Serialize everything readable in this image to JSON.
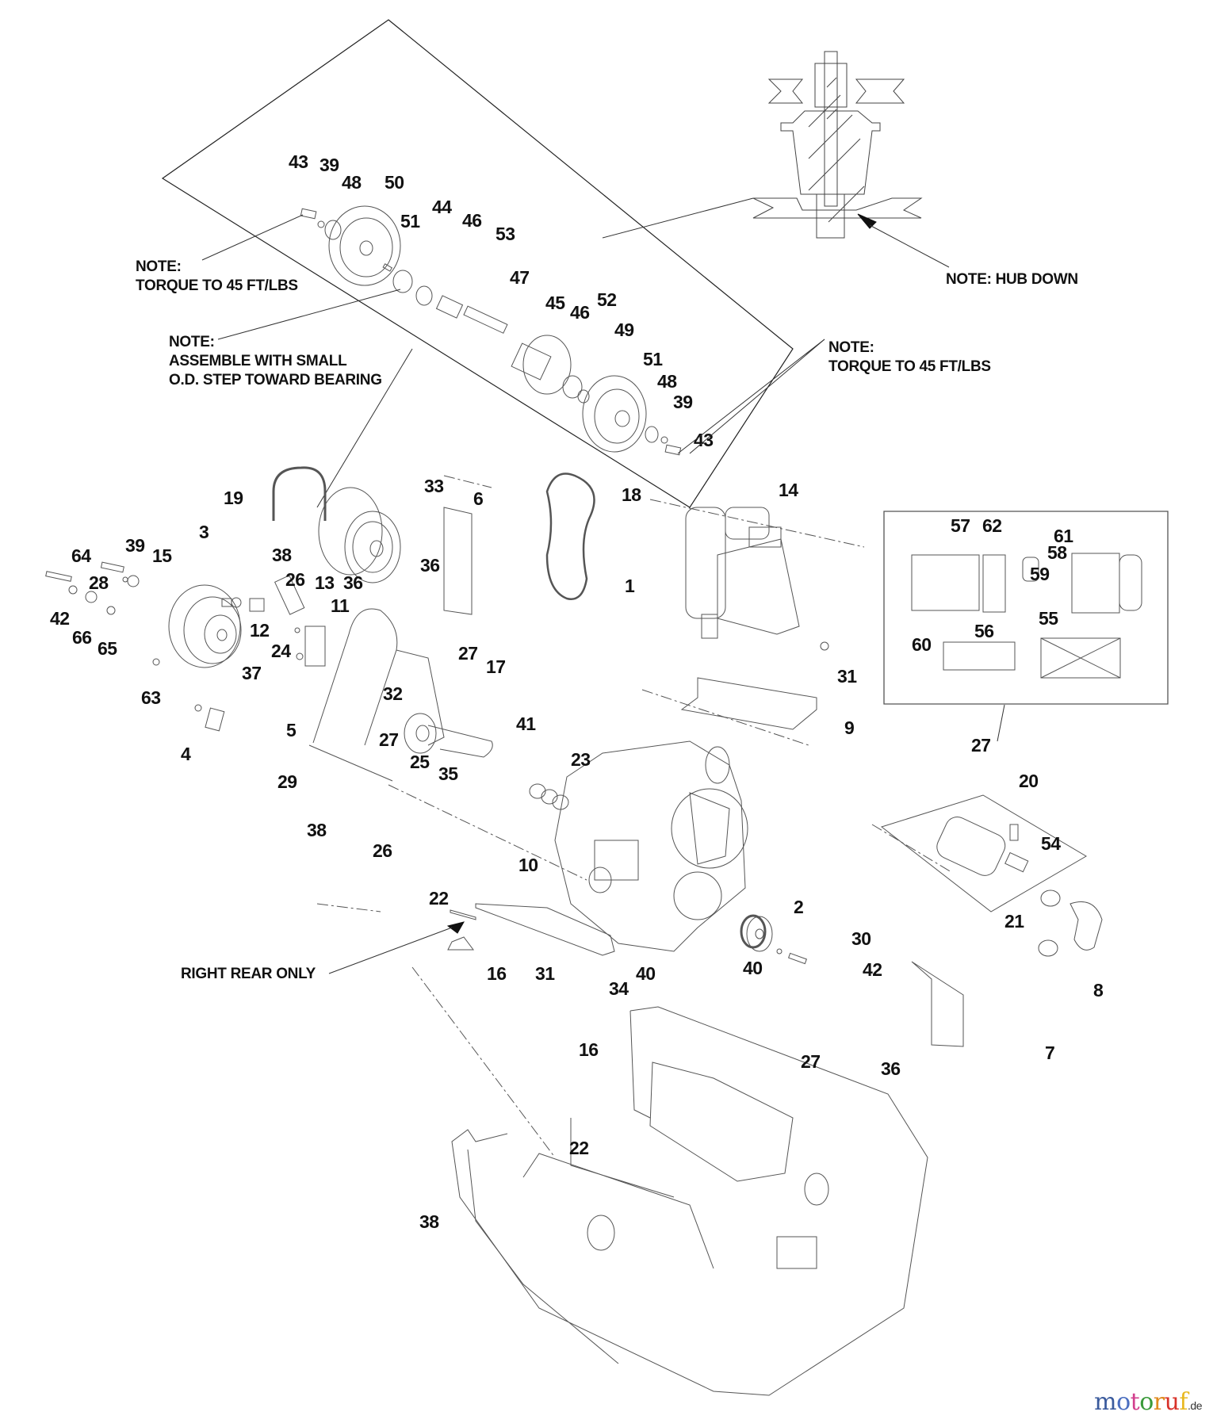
{
  "diagram": {
    "title": "Engine / Drive Assembly Exploded Parts Diagram",
    "callouts": [
      {
        "id": "c43a",
        "text": "43"
      },
      {
        "id": "c39a",
        "text": "39"
      },
      {
        "id": "c48a",
        "text": "48"
      },
      {
        "id": "c50",
        "text": "50"
      },
      {
        "id": "c44",
        "text": "44"
      },
      {
        "id": "c46a",
        "text": "46"
      },
      {
        "id": "c51a",
        "text": "51"
      },
      {
        "id": "c53",
        "text": "53"
      },
      {
        "id": "c47",
        "text": "47"
      },
      {
        "id": "c45",
        "text": "45"
      },
      {
        "id": "c46b",
        "text": "46"
      },
      {
        "id": "c52",
        "text": "52"
      },
      {
        "id": "c49",
        "text": "49"
      },
      {
        "id": "c51b",
        "text": "51"
      },
      {
        "id": "c48b",
        "text": "48"
      },
      {
        "id": "c39b",
        "text": "39"
      },
      {
        "id": "c43b",
        "text": "43"
      },
      {
        "id": "c19",
        "text": "19"
      },
      {
        "id": "c33",
        "text": "33"
      },
      {
        "id": "c6",
        "text": "6"
      },
      {
        "id": "c18",
        "text": "18"
      },
      {
        "id": "c14",
        "text": "14"
      },
      {
        "id": "c1",
        "text": "1"
      },
      {
        "id": "c3",
        "text": "3"
      },
      {
        "id": "c64",
        "text": "64"
      },
      {
        "id": "c39c",
        "text": "39"
      },
      {
        "id": "c15",
        "text": "15"
      },
      {
        "id": "c28",
        "text": "28"
      },
      {
        "id": "c42a",
        "text": "42"
      },
      {
        "id": "c66",
        "text": "66"
      },
      {
        "id": "c65",
        "text": "65"
      },
      {
        "id": "c38a",
        "text": "38"
      },
      {
        "id": "c26a",
        "text": "26"
      },
      {
        "id": "c13",
        "text": "13"
      },
      {
        "id": "c36a",
        "text": "36"
      },
      {
        "id": "c36b",
        "text": "36"
      },
      {
        "id": "c12",
        "text": "12"
      },
      {
        "id": "c11",
        "text": "11"
      },
      {
        "id": "c24",
        "text": "24"
      },
      {
        "id": "c37",
        "text": "37"
      },
      {
        "id": "c27a",
        "text": "27"
      },
      {
        "id": "c63",
        "text": "63"
      },
      {
        "id": "c17",
        "text": "17"
      },
      {
        "id": "c32",
        "text": "32"
      },
      {
        "id": "c4",
        "text": "4"
      },
      {
        "id": "c5",
        "text": "5"
      },
      {
        "id": "c27b",
        "text": "27"
      },
      {
        "id": "c29",
        "text": "29"
      },
      {
        "id": "c25",
        "text": "25"
      },
      {
        "id": "c35",
        "text": "35"
      },
      {
        "id": "c41",
        "text": "41"
      },
      {
        "id": "c38b",
        "text": "38"
      },
      {
        "id": "c26b",
        "text": "26"
      },
      {
        "id": "c23",
        "text": "23"
      },
      {
        "id": "c31a",
        "text": "31"
      },
      {
        "id": "c9",
        "text": "9"
      },
      {
        "id": "c57",
        "text": "57"
      },
      {
        "id": "c62",
        "text": "62"
      },
      {
        "id": "c61",
        "text": "61"
      },
      {
        "id": "c58",
        "text": "58"
      },
      {
        "id": "c59",
        "text": "59"
      },
      {
        "id": "c60",
        "text": "60"
      },
      {
        "id": "c56",
        "text": "56"
      },
      {
        "id": "c55",
        "text": "55"
      },
      {
        "id": "c27c",
        "text": "27"
      },
      {
        "id": "c20",
        "text": "20"
      },
      {
        "id": "c54",
        "text": "54"
      },
      {
        "id": "c10",
        "text": "10"
      },
      {
        "id": "c22a",
        "text": "22"
      },
      {
        "id": "c2",
        "text": "2"
      },
      {
        "id": "c21",
        "text": "21"
      },
      {
        "id": "c30",
        "text": "30"
      },
      {
        "id": "c16a",
        "text": "16"
      },
      {
        "id": "c31b",
        "text": "31"
      },
      {
        "id": "c40a",
        "text": "40"
      },
      {
        "id": "c34",
        "text": "34"
      },
      {
        "id": "c40b",
        "text": "40"
      },
      {
        "id": "c42b",
        "text": "42"
      },
      {
        "id": "c8",
        "text": "8"
      },
      {
        "id": "c16b",
        "text": "16"
      },
      {
        "id": "c27d",
        "text": "27"
      },
      {
        "id": "c36c",
        "text": "36"
      },
      {
        "id": "c7",
        "text": "7"
      },
      {
        "id": "c22b",
        "text": "22"
      },
      {
        "id": "c38c",
        "text": "38"
      }
    ],
    "notes": {
      "torque_left": {
        "line1": "NOTE:",
        "line2": "TORQUE TO 45 FT/LBS"
      },
      "assemble": {
        "line1": "NOTE:",
        "line2": "ASSEMBLE WITH SMALL",
        "line3": "O.D. STEP TOWARD BEARING"
      },
      "torque_right": {
        "line1": "NOTE:",
        "line2": "TORQUE TO 45 FT/LBS"
      },
      "hub_down": "NOTE: HUB DOWN",
      "right_rear": "RIGHT REAR ONLY"
    }
  },
  "watermark": {
    "letters": [
      {
        "ch": "m",
        "color": "#3a5a9c"
      },
      {
        "ch": "o",
        "color": "#4a6ec0"
      },
      {
        "ch": "t",
        "color": "#d2408e"
      },
      {
        "ch": "o",
        "color": "#3a9a3a"
      },
      {
        "ch": "r",
        "color": "#e08a1e"
      },
      {
        "ch": "u",
        "color": "#d8322a"
      },
      {
        "ch": "f",
        "color": "#e8b820"
      }
    ],
    "tld": ".de"
  }
}
